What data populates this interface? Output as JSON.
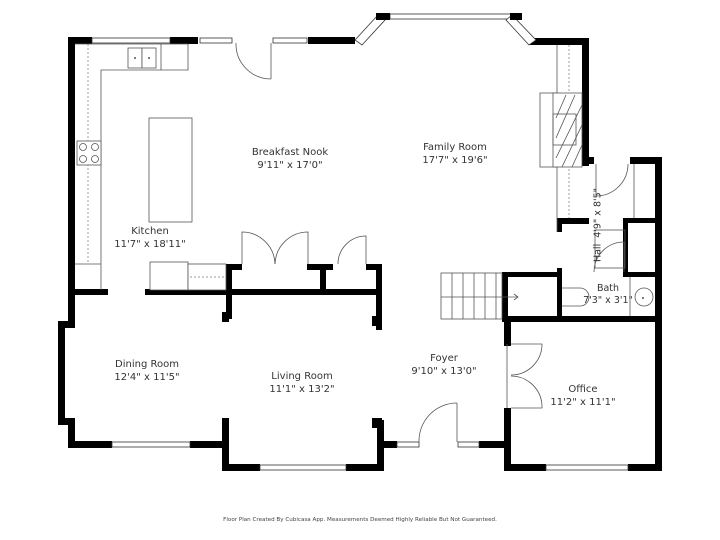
{
  "floor_plan": {
    "rooms": [
      {
        "id": "kitchen",
        "name": "Kitchen",
        "dimensions": "11'7\" x 18'11\""
      },
      {
        "id": "breakfast-nook",
        "name": "Breakfast Nook",
        "dimensions": "9'11\" x 17'0\""
      },
      {
        "id": "family-room",
        "name": "Family Room",
        "dimensions": "17'7\" x 19'6\""
      },
      {
        "id": "hall",
        "name": "Hall",
        "dimensions": "4'9\" x 8'5\""
      },
      {
        "id": "bath",
        "name": "Bath",
        "dimensions": "7'3\" x 3'1\""
      },
      {
        "id": "dining-room",
        "name": "Dining Room",
        "dimensions": "12'4\" x 11'5\""
      },
      {
        "id": "living-room",
        "name": "Living Room",
        "dimensions": "11'1\" x 13'2\""
      },
      {
        "id": "foyer",
        "name": "Foyer",
        "dimensions": "9'10\" x 13'0\""
      },
      {
        "id": "office",
        "name": "Office",
        "dimensions": "11'2\" x 11'1\""
      }
    ],
    "fixtures": [
      "sink",
      "cooktop",
      "kitchen-island",
      "fireplace",
      "stairs",
      "toilet",
      "bath-sink"
    ],
    "wall_color": "#000000",
    "background_color": "#ffffff"
  },
  "footer": {
    "disclaimer": "Floor Plan Created By Cubicasa App. Measurements Deemed Highly Reliable But Not Guaranteed."
  }
}
